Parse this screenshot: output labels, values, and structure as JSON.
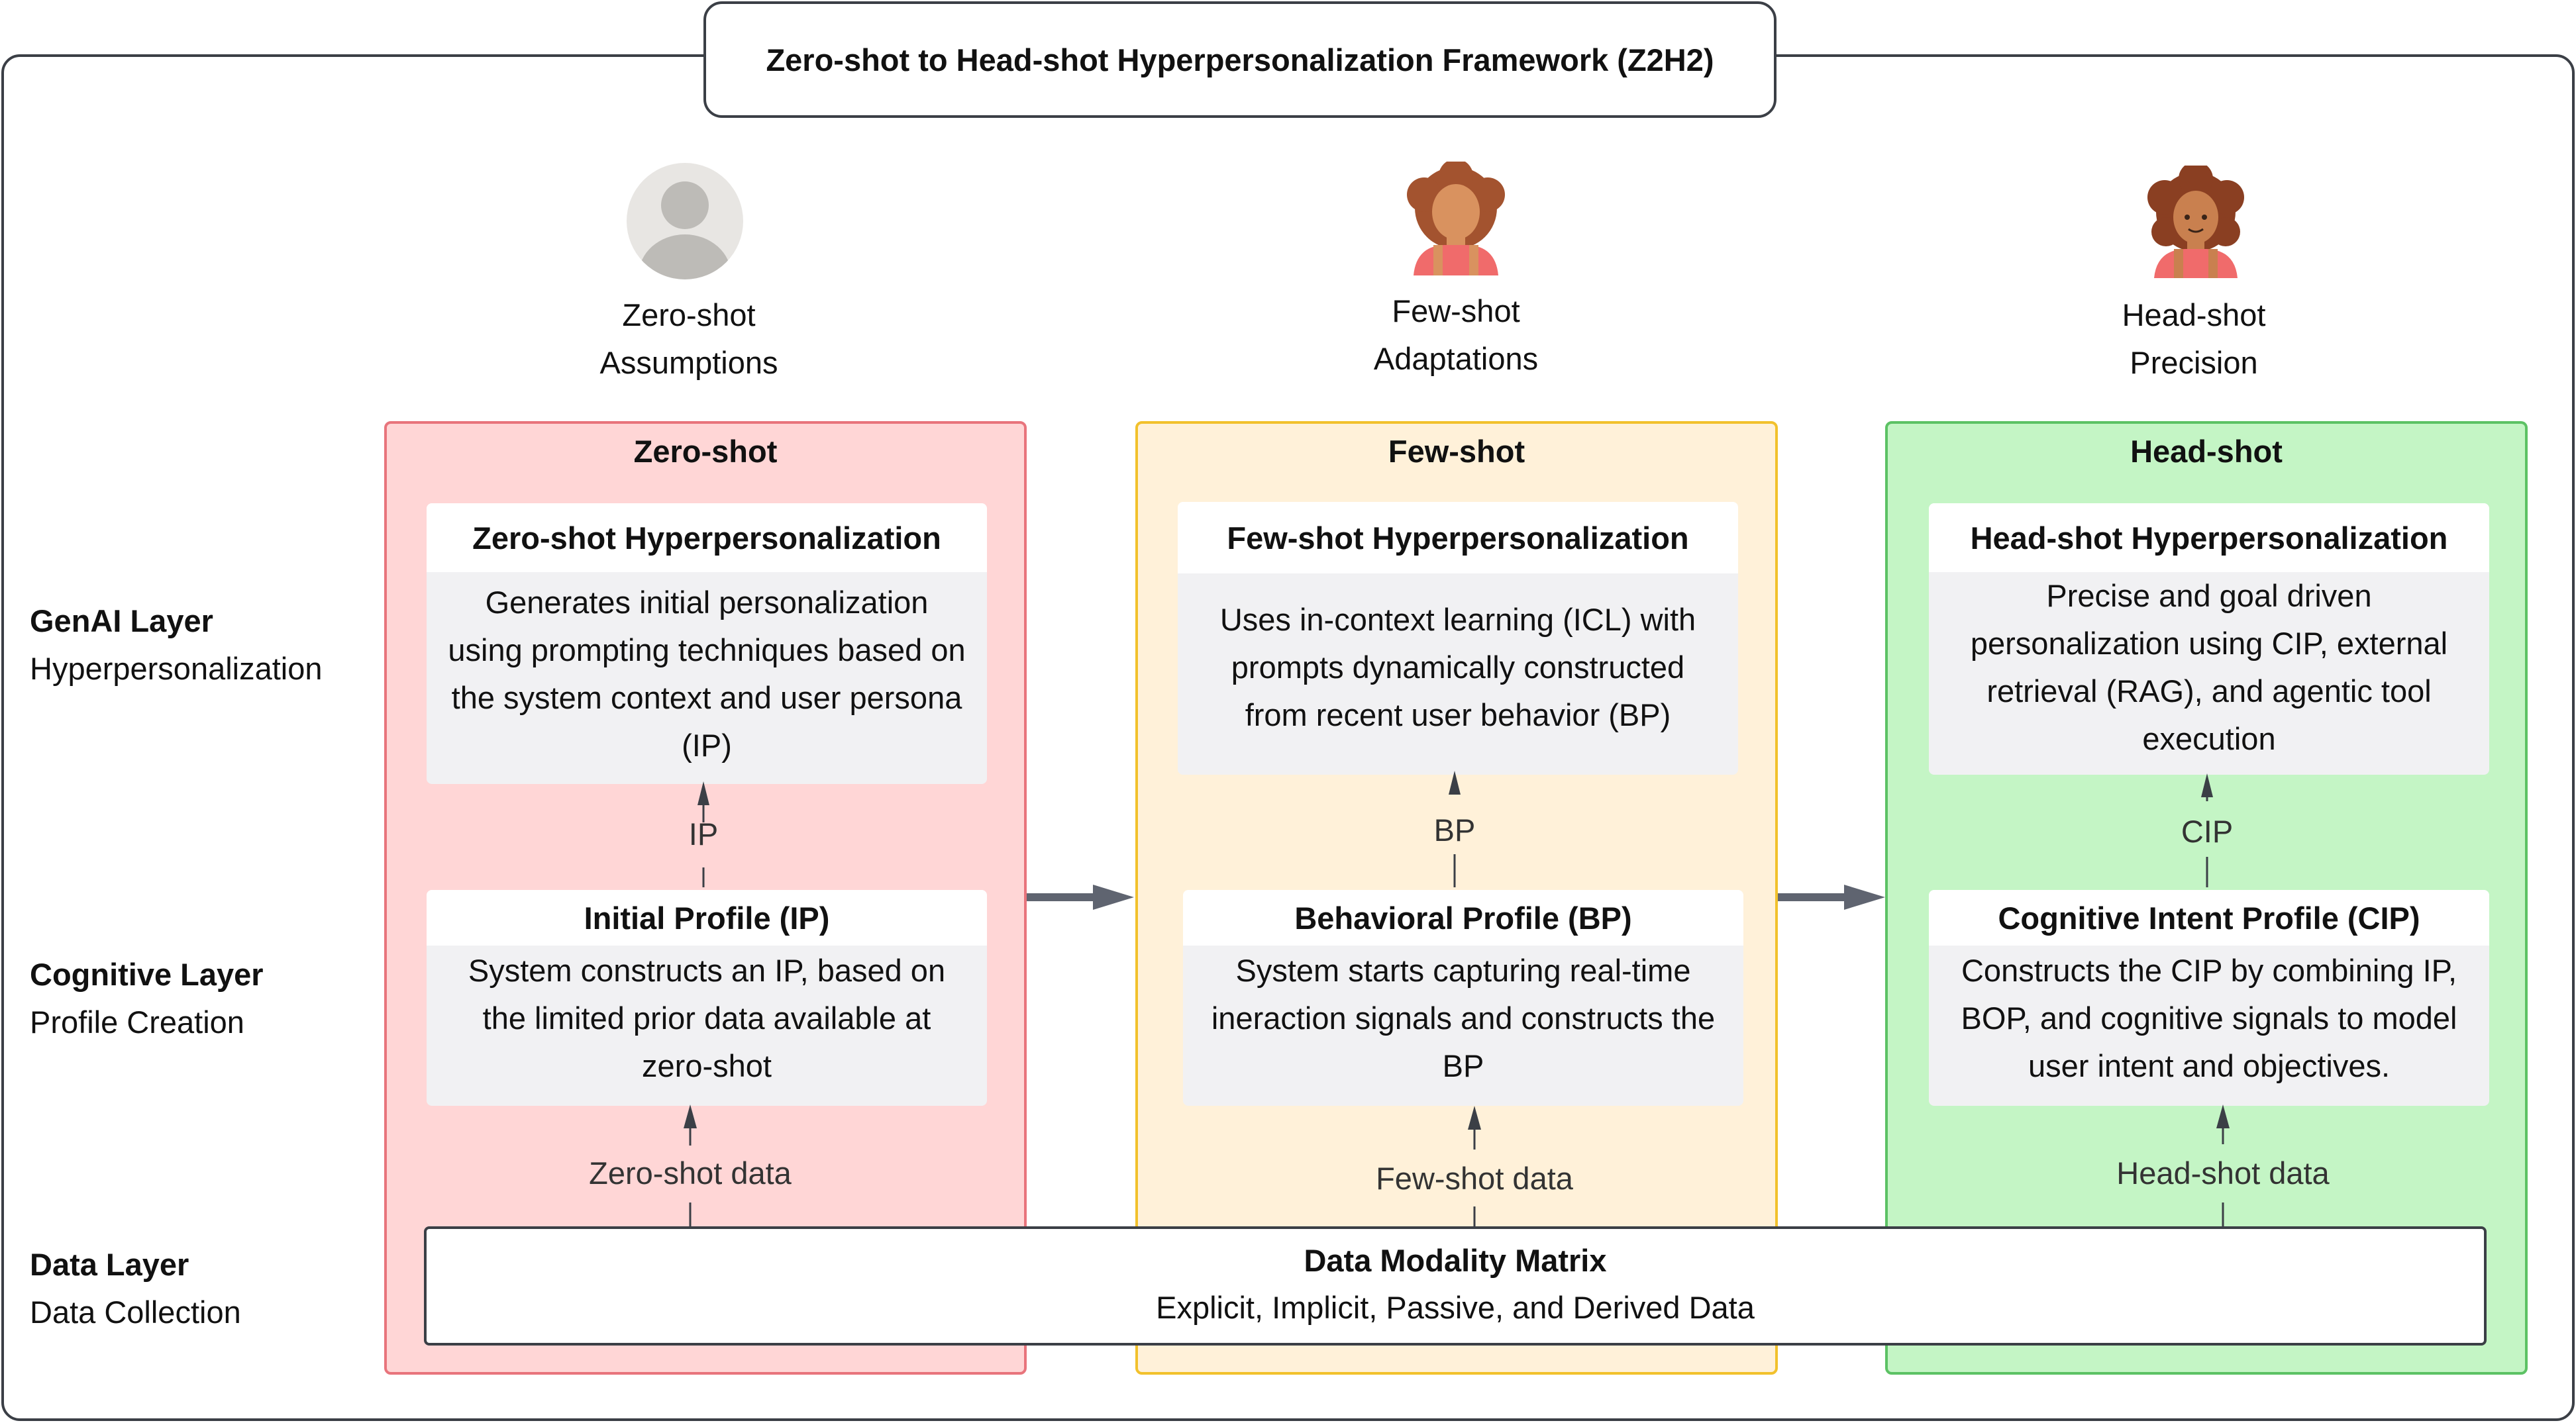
{
  "title": "Zero-shot to Head-shot Hyperpersonalization Framework (Z2H2)",
  "layers": [
    {
      "title": "GenAI Layer",
      "subtitle": "Hyperpersonalization"
    },
    {
      "title": "Cognitive Layer",
      "subtitle": "Profile Creation"
    },
    {
      "title": "Data Layer",
      "subtitle": "Data Collection"
    }
  ],
  "personas": [
    {
      "line1": "Zero-shot",
      "line2": "Assumptions",
      "icon": "generic-user-icon"
    },
    {
      "line1": "Few-shot",
      "line2": "Adaptations",
      "icon": "blurred-person-icon"
    },
    {
      "line1": "Head-shot",
      "line2": "Precision",
      "icon": "person-icon"
    }
  ],
  "columns": [
    {
      "title": "Zero-shot",
      "genai_title": "Zero-shot Hyperpersonalization",
      "genai_body": "Generates initial personalization using prompting techniques based on the system context and user persona (IP)",
      "link_label": "IP",
      "profile_title": "Initial Profile (IP)",
      "profile_body": "System constructs an IP, based on the limited prior data available at zero-shot",
      "data_label": "Zero-shot data"
    },
    {
      "title": "Few-shot",
      "genai_title": "Few-shot Hyperpersonalization",
      "genai_body": "Uses in-context learning (ICL) with prompts dynamically constructed from recent user behavior (BP)",
      "link_label": "BP",
      "profile_title": "Behavioral Profile (BP)",
      "profile_body": "System starts capturing real-time ineraction signals and constructs the BP",
      "data_label": "Few-shot data"
    },
    {
      "title": "Head-shot",
      "genai_title": "Head-shot Hyperpersonalization",
      "genai_body": "Precise and goal driven personalization using CIP, external retrieval (RAG), and agentic tool execution",
      "link_label": "CIP",
      "profile_title": "Cognitive Intent Profile (CIP)",
      "profile_body": "Constructs the CIP by combining IP, BOP, and cognitive signals to model user intent and objectives.",
      "data_label": "Head-shot data"
    }
  ],
  "matrix": {
    "title": "Data Modality Matrix",
    "subtitle": "Explicit, Implicit, Passive, and Derived Data"
  },
  "colors": {
    "zero_fill": "#ffd6d6",
    "zero_border": "#e8747c",
    "few_fill": "#fff1d9",
    "few_border": "#f2c12c",
    "head_fill": "#c4f5c5",
    "head_border": "#5cc264",
    "line": "#3b3f46",
    "arrow": "#5f6470"
  }
}
